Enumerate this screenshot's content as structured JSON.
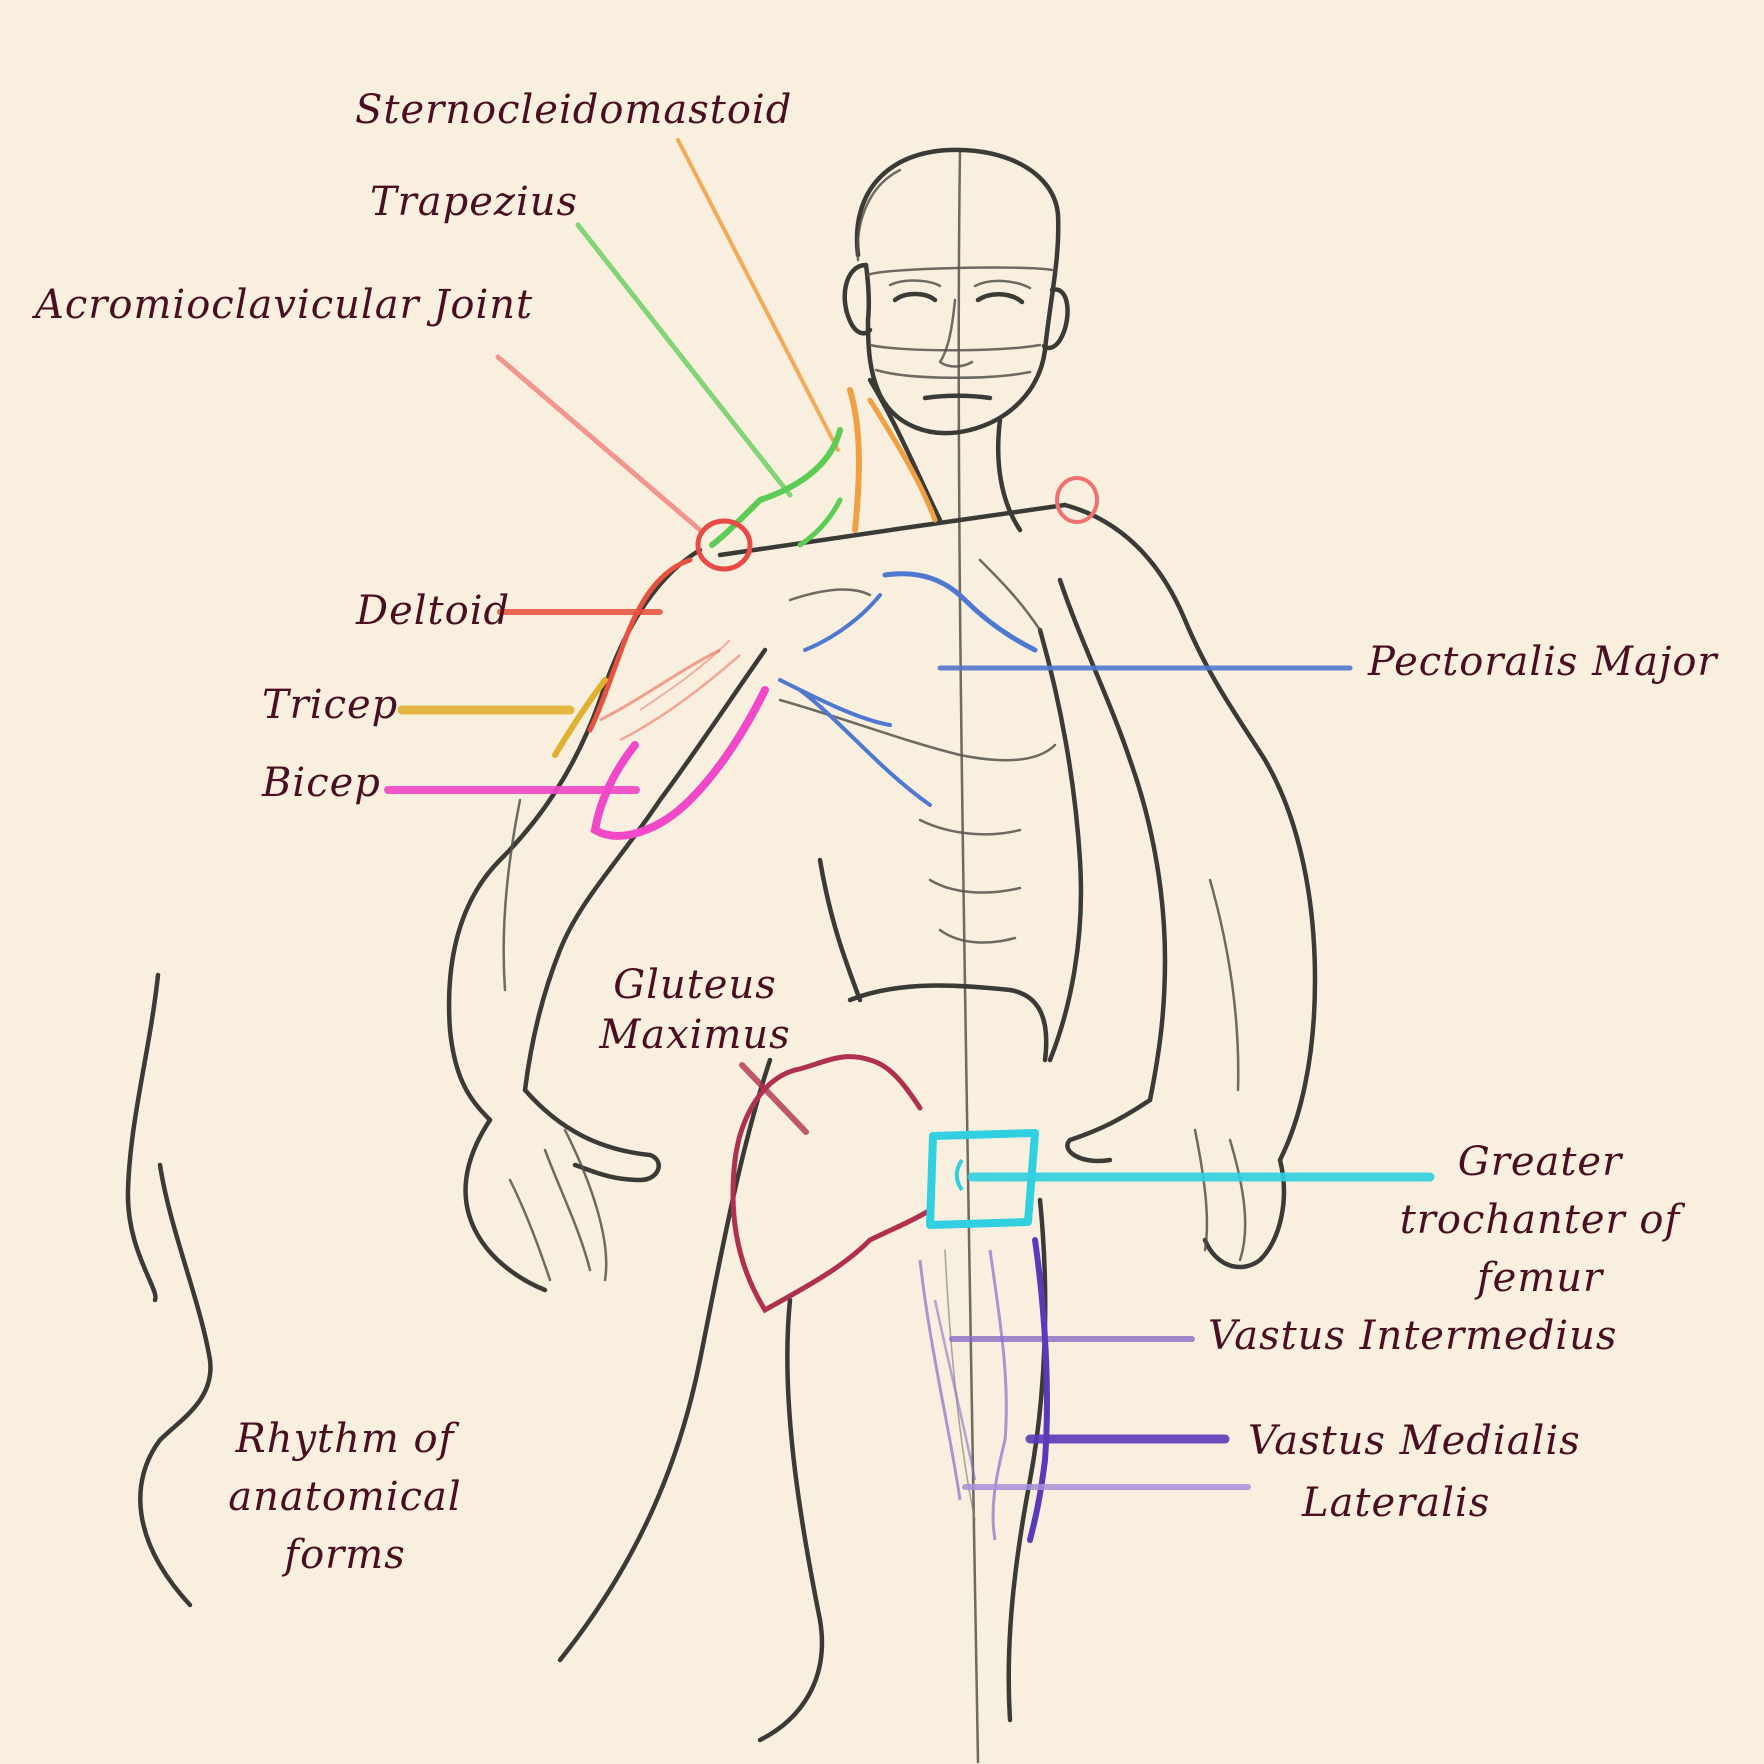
{
  "labels": {
    "sternocleidomastoid": "Sternocleidomastoid",
    "trapezius": "Trapezius",
    "acromioclavicular": "Acromioclavicular Joint",
    "deltoid": "Deltoid",
    "tricep": "Tricep",
    "bicep": "Bicep",
    "pectoralis": "Pectoralis Major",
    "gluteus_line1": "Gluteus",
    "gluteus_line2": "Maximus",
    "trochanter_line1": "Greater",
    "trochanter_line2": "trochanter of",
    "trochanter_line3": "femur",
    "vastus_intermedius": "Vastus Intermedius",
    "vastus_medialis": "Vastus Medialis",
    "lateralis": "Lateralis",
    "rhythm_line1": "Rhythm of",
    "rhythm_line2": "anatomical",
    "rhythm_line3": "forms"
  },
  "colors": {
    "background": "#f9efdf",
    "label_text": "#4a0e22",
    "sketch": "#3a3a36",
    "sternocleidomastoid": "#f0a040",
    "trapezius": "#5ccc55",
    "acromioclavicular": "#f07f7a",
    "deltoid": "#e8503f",
    "tricep": "#e0b030",
    "bicep": "#f048c8",
    "pectoralis": "#4f78d0",
    "gluteus": "#b03050",
    "trochanter": "#30d0e0",
    "vastus_intermedius": "#8c6cc8",
    "vastus_medialis": "#5a3ab8",
    "lateralis": "#a890d8"
  }
}
